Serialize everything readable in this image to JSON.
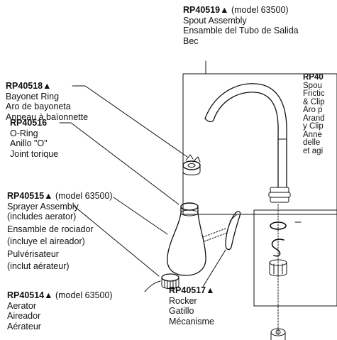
{
  "parts": {
    "spout": {
      "part_number": "RP40519▲",
      "note": "(model 63500)",
      "lines": [
        "Spout Assembly",
        "Ensamble del Tubo de Salida",
        "Bec"
      ]
    },
    "spout_gasket": {
      "part_number": "RP40",
      "lines": [
        "Spou",
        "Frictic",
        "& Clip",
        "Aro p",
        "Arand",
        "y Clip",
        "Anne",
        "delle",
        "et agi"
      ]
    },
    "bayonet_ring": {
      "part_number": "RP40518▲",
      "lines": [
        "Bayonet Ring",
        "Aro de bayoneta",
        "Anneau à baïonnette"
      ]
    },
    "o_ring": {
      "part_number": "RP40516",
      "lines": [
        "O-Ring",
        "Anillo \"O\"",
        "Joint torique"
      ]
    },
    "sprayer": {
      "part_number": "RP40515▲",
      "note": "(model 63500)",
      "lines": [
        "Sprayer Assembly",
        "(includes aerator)",
        "Ensamble de rociador",
        "(incluye el aireador)",
        "Pulvérisateur",
        "(inclut aérateur)"
      ]
    },
    "aerator": {
      "part_number": "RP40514▲",
      "note": "(model 63500)",
      "lines": [
        "Aerator",
        "Aireador",
        "Aérateur"
      ]
    },
    "rocker": {
      "part_number": "RP40517▲",
      "lines": [
        "Rocker",
        "Gatillo",
        "Mécanisme"
      ]
    }
  }
}
